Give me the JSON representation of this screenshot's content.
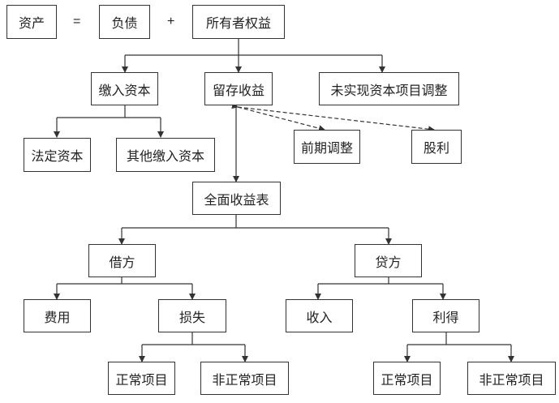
{
  "equation": {
    "assets": "资产",
    "equals": "=",
    "liabilities": "负债",
    "plus": "+",
    "equity": "所有者权益"
  },
  "equity_children": {
    "paid_in": "缴入资本",
    "retained": "留存收益",
    "unrealized": "未实现资本项目调整"
  },
  "paid_in_children": {
    "legal": "法定资本",
    "other": "其他缴入资本"
  },
  "retained_links": {
    "prior": "前期调整",
    "dividends": "股利",
    "income_statement": "全面收益表"
  },
  "income_statement": {
    "debit": "借方",
    "credit": "贷方"
  },
  "debit_children": {
    "expenses": "费用",
    "losses": "损失"
  },
  "credit_children": {
    "revenue": "收入",
    "gains": "利得"
  },
  "losses_children": {
    "normal": "正常项目",
    "abnormal": "非正常项目"
  },
  "gains_children": {
    "normal": "正常项目",
    "abnormal": "非正常项目"
  }
}
